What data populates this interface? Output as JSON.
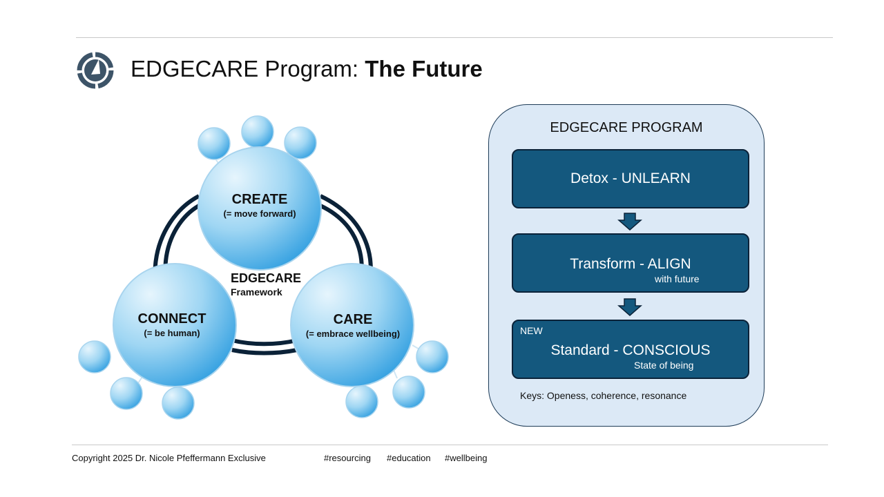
{
  "title": {
    "regular": "EDGECARE Program: ",
    "bold": "The Future"
  },
  "framework": {
    "circles": [
      {
        "label": "CREATE",
        "sub": "(= move forward)"
      },
      {
        "label": "CONNECT",
        "sub": "(= be human)"
      },
      {
        "label": "CARE",
        "sub": "(= embrace wellbeing)"
      }
    ],
    "center": {
      "label": "EDGECARE",
      "sub": "Framework"
    }
  },
  "program": {
    "title": "EDGECARE PROGRAM",
    "steps": [
      {
        "main": "Detox - UNLEARN"
      },
      {
        "main": "Transform - ALIGN",
        "sub": "with future"
      },
      {
        "tag": "NEW",
        "main": "Standard - CONSCIOUS",
        "sub": "State of being"
      }
    ],
    "keys": "Keys: Openess, coherence, resonance"
  },
  "footer": {
    "copyright": "Copyright 2025  Dr. Nicole Pfeffermann Exclusive",
    "hashtags": [
      "#resourcing",
      "#education",
      "#wellbeing"
    ]
  },
  "colors": {
    "step_fill": "#14587e",
    "panel_fill": "#dce9f6",
    "ring": "#0b2238",
    "bubble": "#7cc3ea"
  }
}
